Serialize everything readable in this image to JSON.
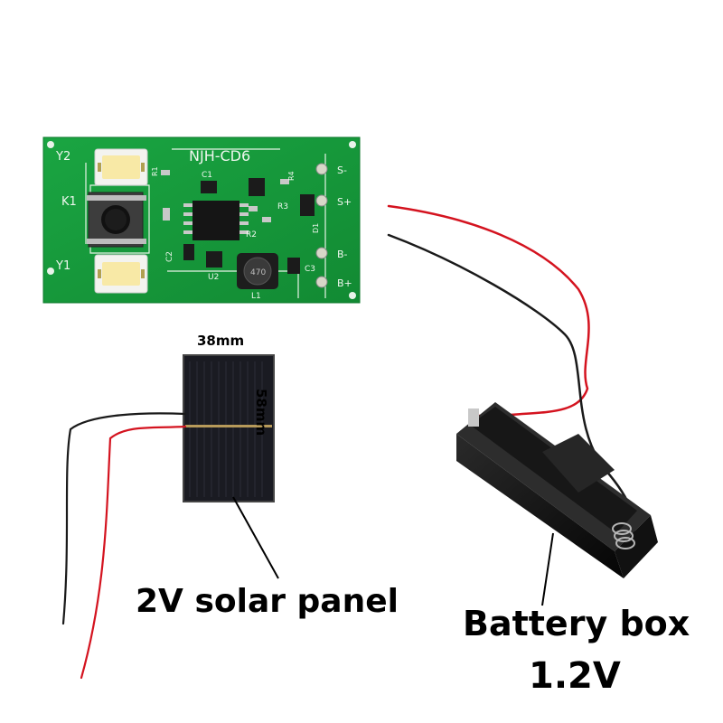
{
  "pcb": {
    "model": "NJH-CD6",
    "labels": {
      "y1": "Y1",
      "y2": "Y2",
      "k1": "K1",
      "c1": "C1",
      "c2": "C2",
      "c3": "C3",
      "r1": "R1",
      "r2": "R2",
      "r3": "R3",
      "r4": "R4",
      "u2": "U2",
      "l1": "L1",
      "d1": "D1",
      "inductor": "470",
      "s_minus": "S-",
      "s_plus": "S+",
      "b_minus": "B-",
      "b_plus": "B+"
    }
  },
  "panel": {
    "width_label": "38mm",
    "height_label": "58mm",
    "caption": "2V solar panel"
  },
  "battery": {
    "caption": "Battery box",
    "voltage": "1.2V"
  },
  "colors": {
    "pcb_green": "#169a3a",
    "wire_red": "#d4131f",
    "wire_black": "#1a1a1a"
  }
}
